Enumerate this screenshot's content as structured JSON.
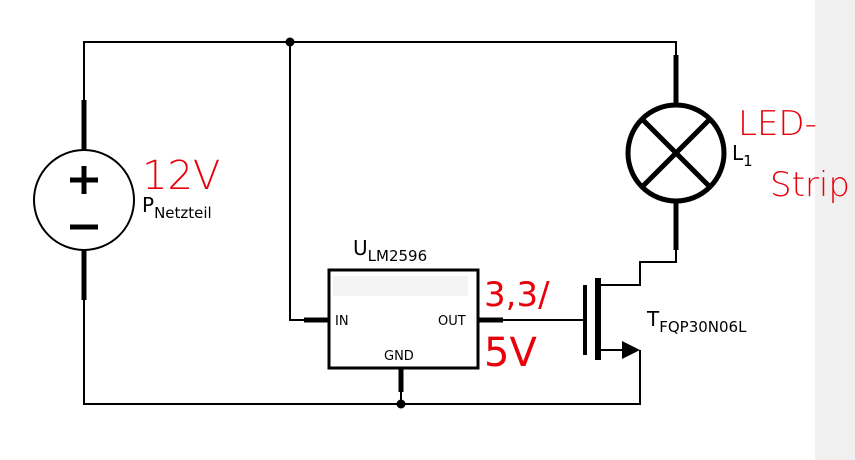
{
  "colors": {
    "wire": "#000000",
    "annotation": "#e8000b",
    "right_band": "#f0f0f0"
  },
  "power_supply": {
    "plus_symbol": "+",
    "minus_symbol": "−",
    "name_main": "P",
    "name_sub": "Netzteil",
    "voltage_annotation": "12V"
  },
  "regulator": {
    "name_main": "U",
    "name_sub": "LM2596",
    "pin_in": "IN",
    "pin_out": "OUT",
    "pin_gnd": "GND",
    "output_annotation_top": "3,3/",
    "output_annotation_bottom": "5V"
  },
  "lamp": {
    "name_main": "L",
    "name_sub": "1",
    "annotation_line1": "LED-",
    "annotation_line2": "Strip"
  },
  "mosfet": {
    "name_main": "T",
    "name_sub": "FQP30N06L"
  }
}
